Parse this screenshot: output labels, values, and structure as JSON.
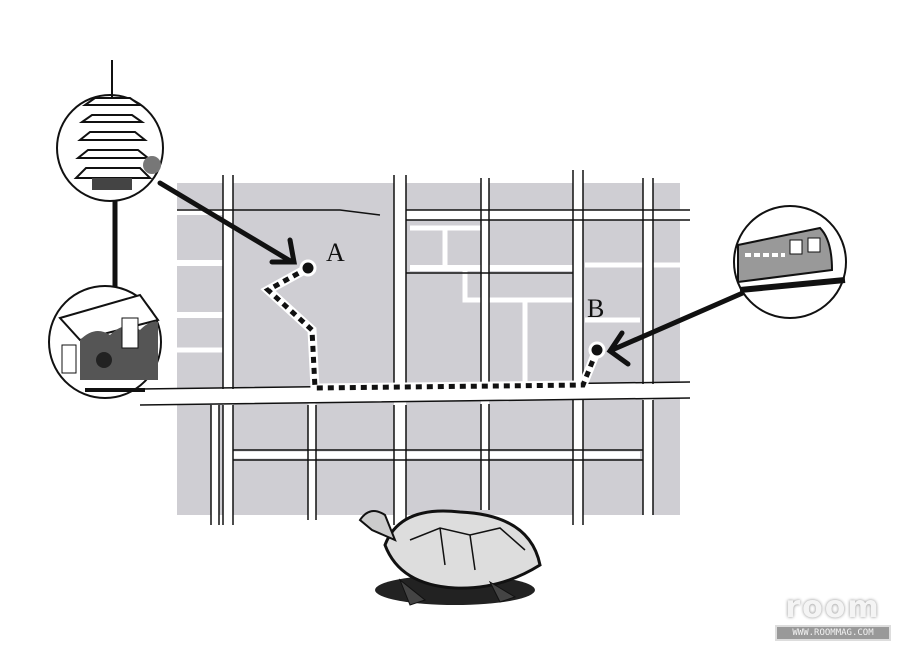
{
  "map": {
    "marker_a": "A",
    "marker_b": "B",
    "colors": {
      "block": "#cfced3",
      "route": "#111111",
      "road": "#ffffff"
    }
  },
  "logo": {
    "wordmark": "room",
    "url": "WWW.ROOMMAG.COM"
  }
}
